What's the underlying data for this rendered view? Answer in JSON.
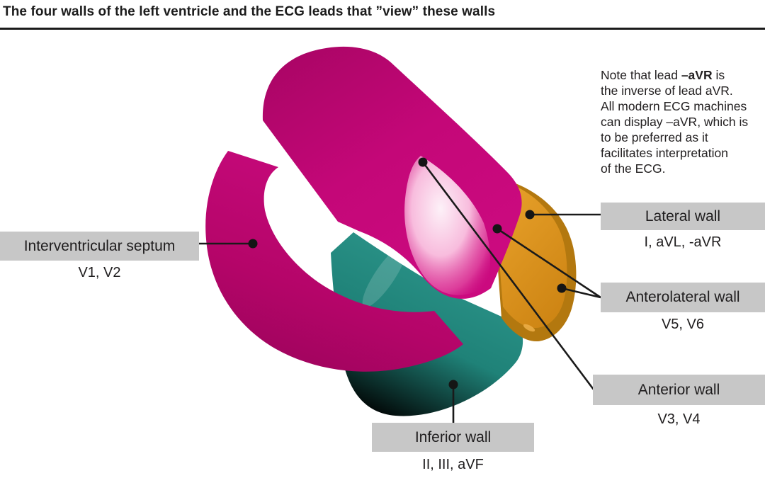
{
  "title": "The four walls of the left ventricle and the ECG leads that ”view” these walls",
  "note": {
    "line1_prefix": "Note that lead ",
    "line1_bold": "–aVR",
    "line1_suffix": " is",
    "lines": [
      "the inverse of lead aVR.",
      "All modern ECG machines",
      "can display –aVR, which is",
      "to be preferred as it",
      "facilitates interpretation",
      "of the ECG."
    ]
  },
  "labels": {
    "septum": {
      "name": "Interventricular septum",
      "leads": "V1, V2"
    },
    "lateral": {
      "name": "Lateral wall",
      "leads": "I, aVL, -aVR"
    },
    "anterolateral": {
      "name": "Anterolateral wall",
      "leads": "V5, V6"
    },
    "anterior": {
      "name": "Anterior wall",
      "leads": "V3, V4"
    },
    "inferior": {
      "name": "Inferior wall",
      "leads": "II, III, aVF"
    }
  },
  "colors": {
    "magenta_wall": "#c50779",
    "magenta_gloss": "#fdeff7",
    "teal_wall": "#1f8278",
    "orange_wall": "#d8921e",
    "orange_rim": "#b3780f",
    "label_background": "#c7c7c7",
    "text": "#1f1d1e",
    "line": "#1a1a1a"
  }
}
